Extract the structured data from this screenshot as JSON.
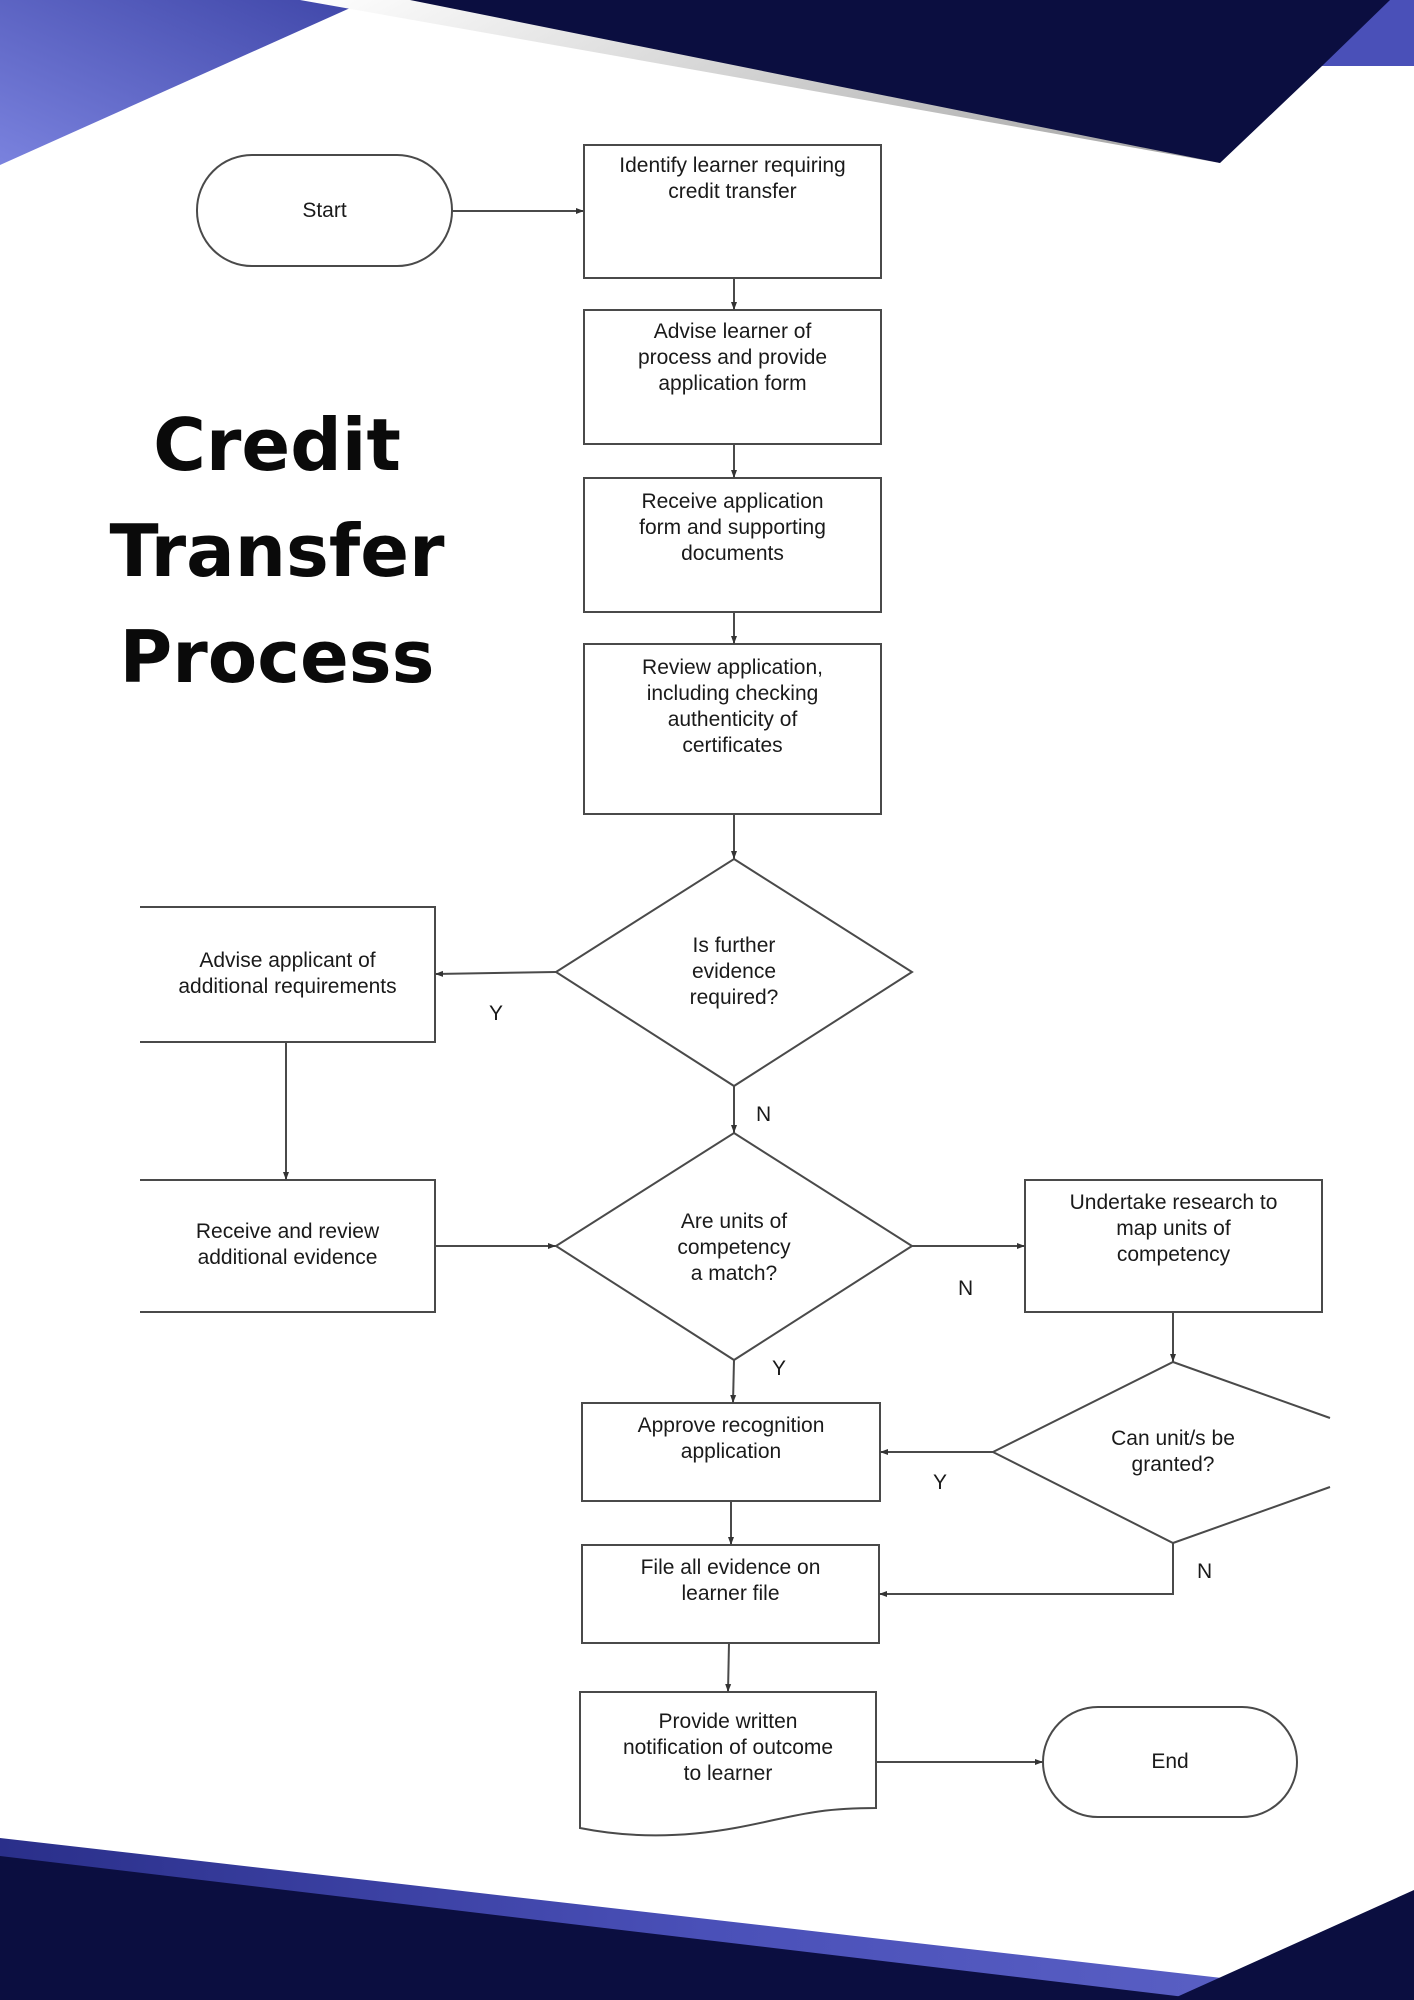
{
  "title": {
    "lines": [
      "Credit",
      "Transfer",
      "Process"
    ]
  },
  "colors": {
    "navy": "#0b0e40",
    "royal": "#4a50b8",
    "periwinkle": "#7780dd",
    "stroke": "#4a4a4a"
  },
  "flowchart": {
    "nodes": {
      "start": "Start",
      "identify": [
        "Identify learner requiring",
        "credit transfer"
      ],
      "advise": [
        "Advise learner of",
        "process and provide",
        "application form"
      ],
      "receive": [
        "Receive application",
        "form and supporting",
        "documents"
      ],
      "review": [
        "Review application,",
        "including checking",
        "authenticity of",
        "certificates"
      ],
      "further": [
        "Is further",
        "evidence",
        "required?"
      ],
      "advise_additional": [
        "Advise applicant of",
        "additional requirements"
      ],
      "receive_additional": [
        "Receive and review",
        "additional evidence"
      ],
      "match": [
        "Are units of",
        "competency",
        "a match?"
      ],
      "research": [
        "Undertake research to",
        "map units of",
        "competency"
      ],
      "granted": [
        "Can unit/s be",
        "granted?"
      ],
      "approve": [
        "Approve recognition",
        "application"
      ],
      "file": [
        "File all evidence on",
        "learner file"
      ],
      "notify": [
        "Provide written",
        "notification of outcome",
        "to learner"
      ],
      "end": "End"
    },
    "labels": {
      "further_yes": "Y",
      "further_no": "N",
      "match_no": "N",
      "match_yes": "Y",
      "granted_yes": "Y",
      "granted_no": "N"
    }
  }
}
